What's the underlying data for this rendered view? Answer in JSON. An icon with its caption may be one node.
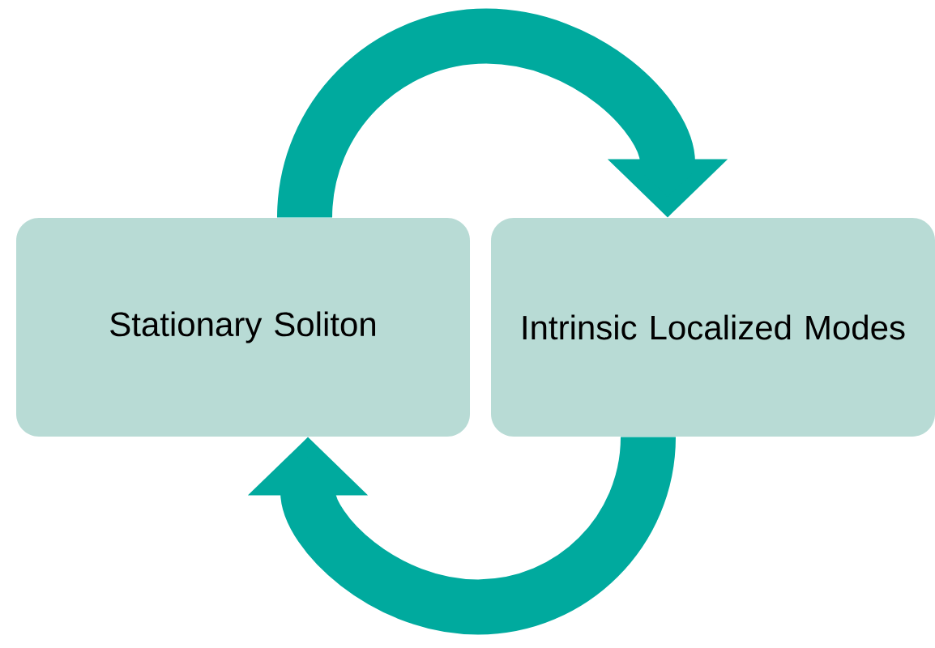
{
  "diagram": {
    "nodes": [
      {
        "text": [
          "Stationary Soliton"
        ]
      },
      {
        "text": [
          "Intrinsic Localized Modes"
        ]
      }
    ],
    "edges": [
      {
        "from": 0,
        "to": 1,
        "arrow": "to"
      },
      {
        "from": 1,
        "to": 0,
        "arrow": "to"
      }
    ]
  }
}
